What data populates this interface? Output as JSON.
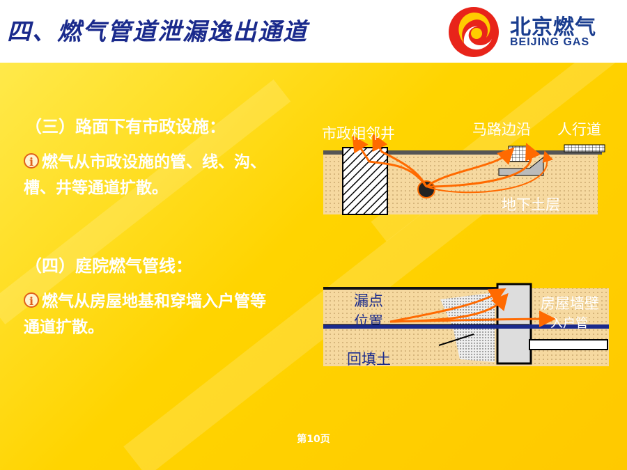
{
  "header": {
    "title": "四、燃气管道泄漏逸出通道",
    "logo_cn": "北京燃气",
    "logo_en": "BEIJING GAS"
  },
  "section3": {
    "heading": "（三）路面下有市政设施：",
    "bullet": "燃气从市政设施的管、线、沟、槽、井等通道扩散。"
  },
  "section4": {
    "heading": "（四）庭院燃气管线：",
    "bullet": "燃气从房屋地基和穿墙入户管等通道扩散。"
  },
  "diagram1": {
    "label_well": "市政相邻井",
    "label_curb": "马路边沿",
    "label_sidewalk": "人行道",
    "label_soil": "地下土层"
  },
  "diagram2": {
    "label_leak": "漏点",
    "label_leak2": "位置",
    "label_wall": "房屋墙壁",
    "label_inlet": "入户管",
    "label_backfill": "回填土"
  },
  "footer": {
    "page": "第10页"
  },
  "colors": {
    "title": "#1a2a8c",
    "flow": "#ff6a00",
    "soil": "#f6d9a0"
  }
}
